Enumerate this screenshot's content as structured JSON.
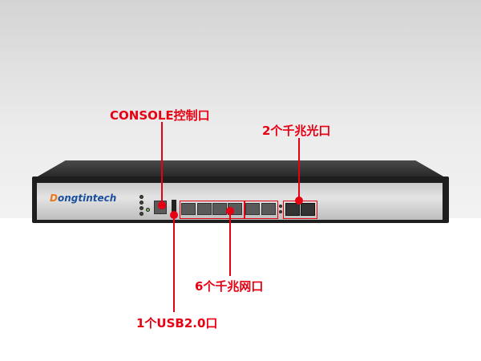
{
  "brand": {
    "logo_text": "Dongtintech",
    "logo_first": "D",
    "logo_rest": "ongtintech"
  },
  "annotations": {
    "console": "CONSOLE控制口",
    "fiber": "2个千兆光口",
    "ethernet": "6个千兆网口",
    "usb": "1个USB2.0口"
  },
  "colors": {
    "annotation": "#e60012",
    "logo_blue": "#1a4f9c",
    "logo_orange": "#e8781b"
  }
}
